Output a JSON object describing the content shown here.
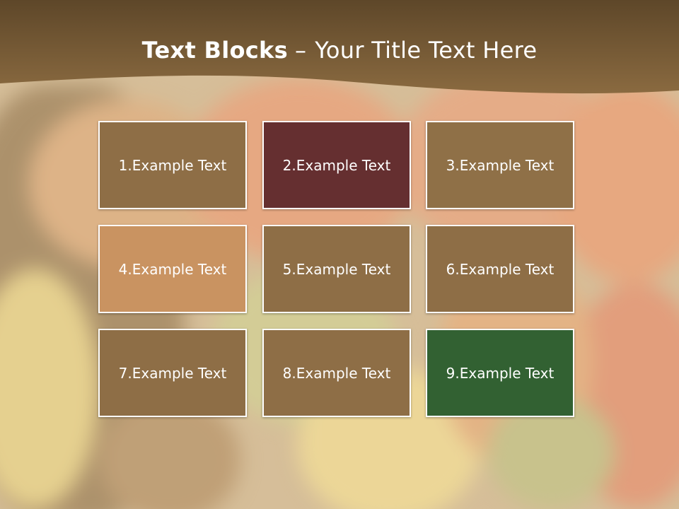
{
  "title": {
    "bold": "Text Blocks",
    "separator": "–",
    "regular": "Your Title Text Here"
  },
  "blocks": [
    {
      "label": "1.Example Text",
      "color": "#8e6e46"
    },
    {
      "label": "2.Example Text",
      "color": "#652f30"
    },
    {
      "label": "3.Example Text",
      "color": "#8f7047"
    },
    {
      "label": "4.Example Text",
      "color": "#c99361"
    },
    {
      "label": "5.Example Text",
      "color": "#8e6e46"
    },
    {
      "label": "6.Example Text",
      "color": "#8e6e46"
    },
    {
      "label": "7.Example Text",
      "color": "#8e6e46"
    },
    {
      "label": "8.Example Text",
      "color": "#8e6e46"
    },
    {
      "label": "9.Example Text",
      "color": "#326132"
    }
  ],
  "colors": {
    "band_top": "#5e4729",
    "band_bottom": "#8a6a40"
  }
}
